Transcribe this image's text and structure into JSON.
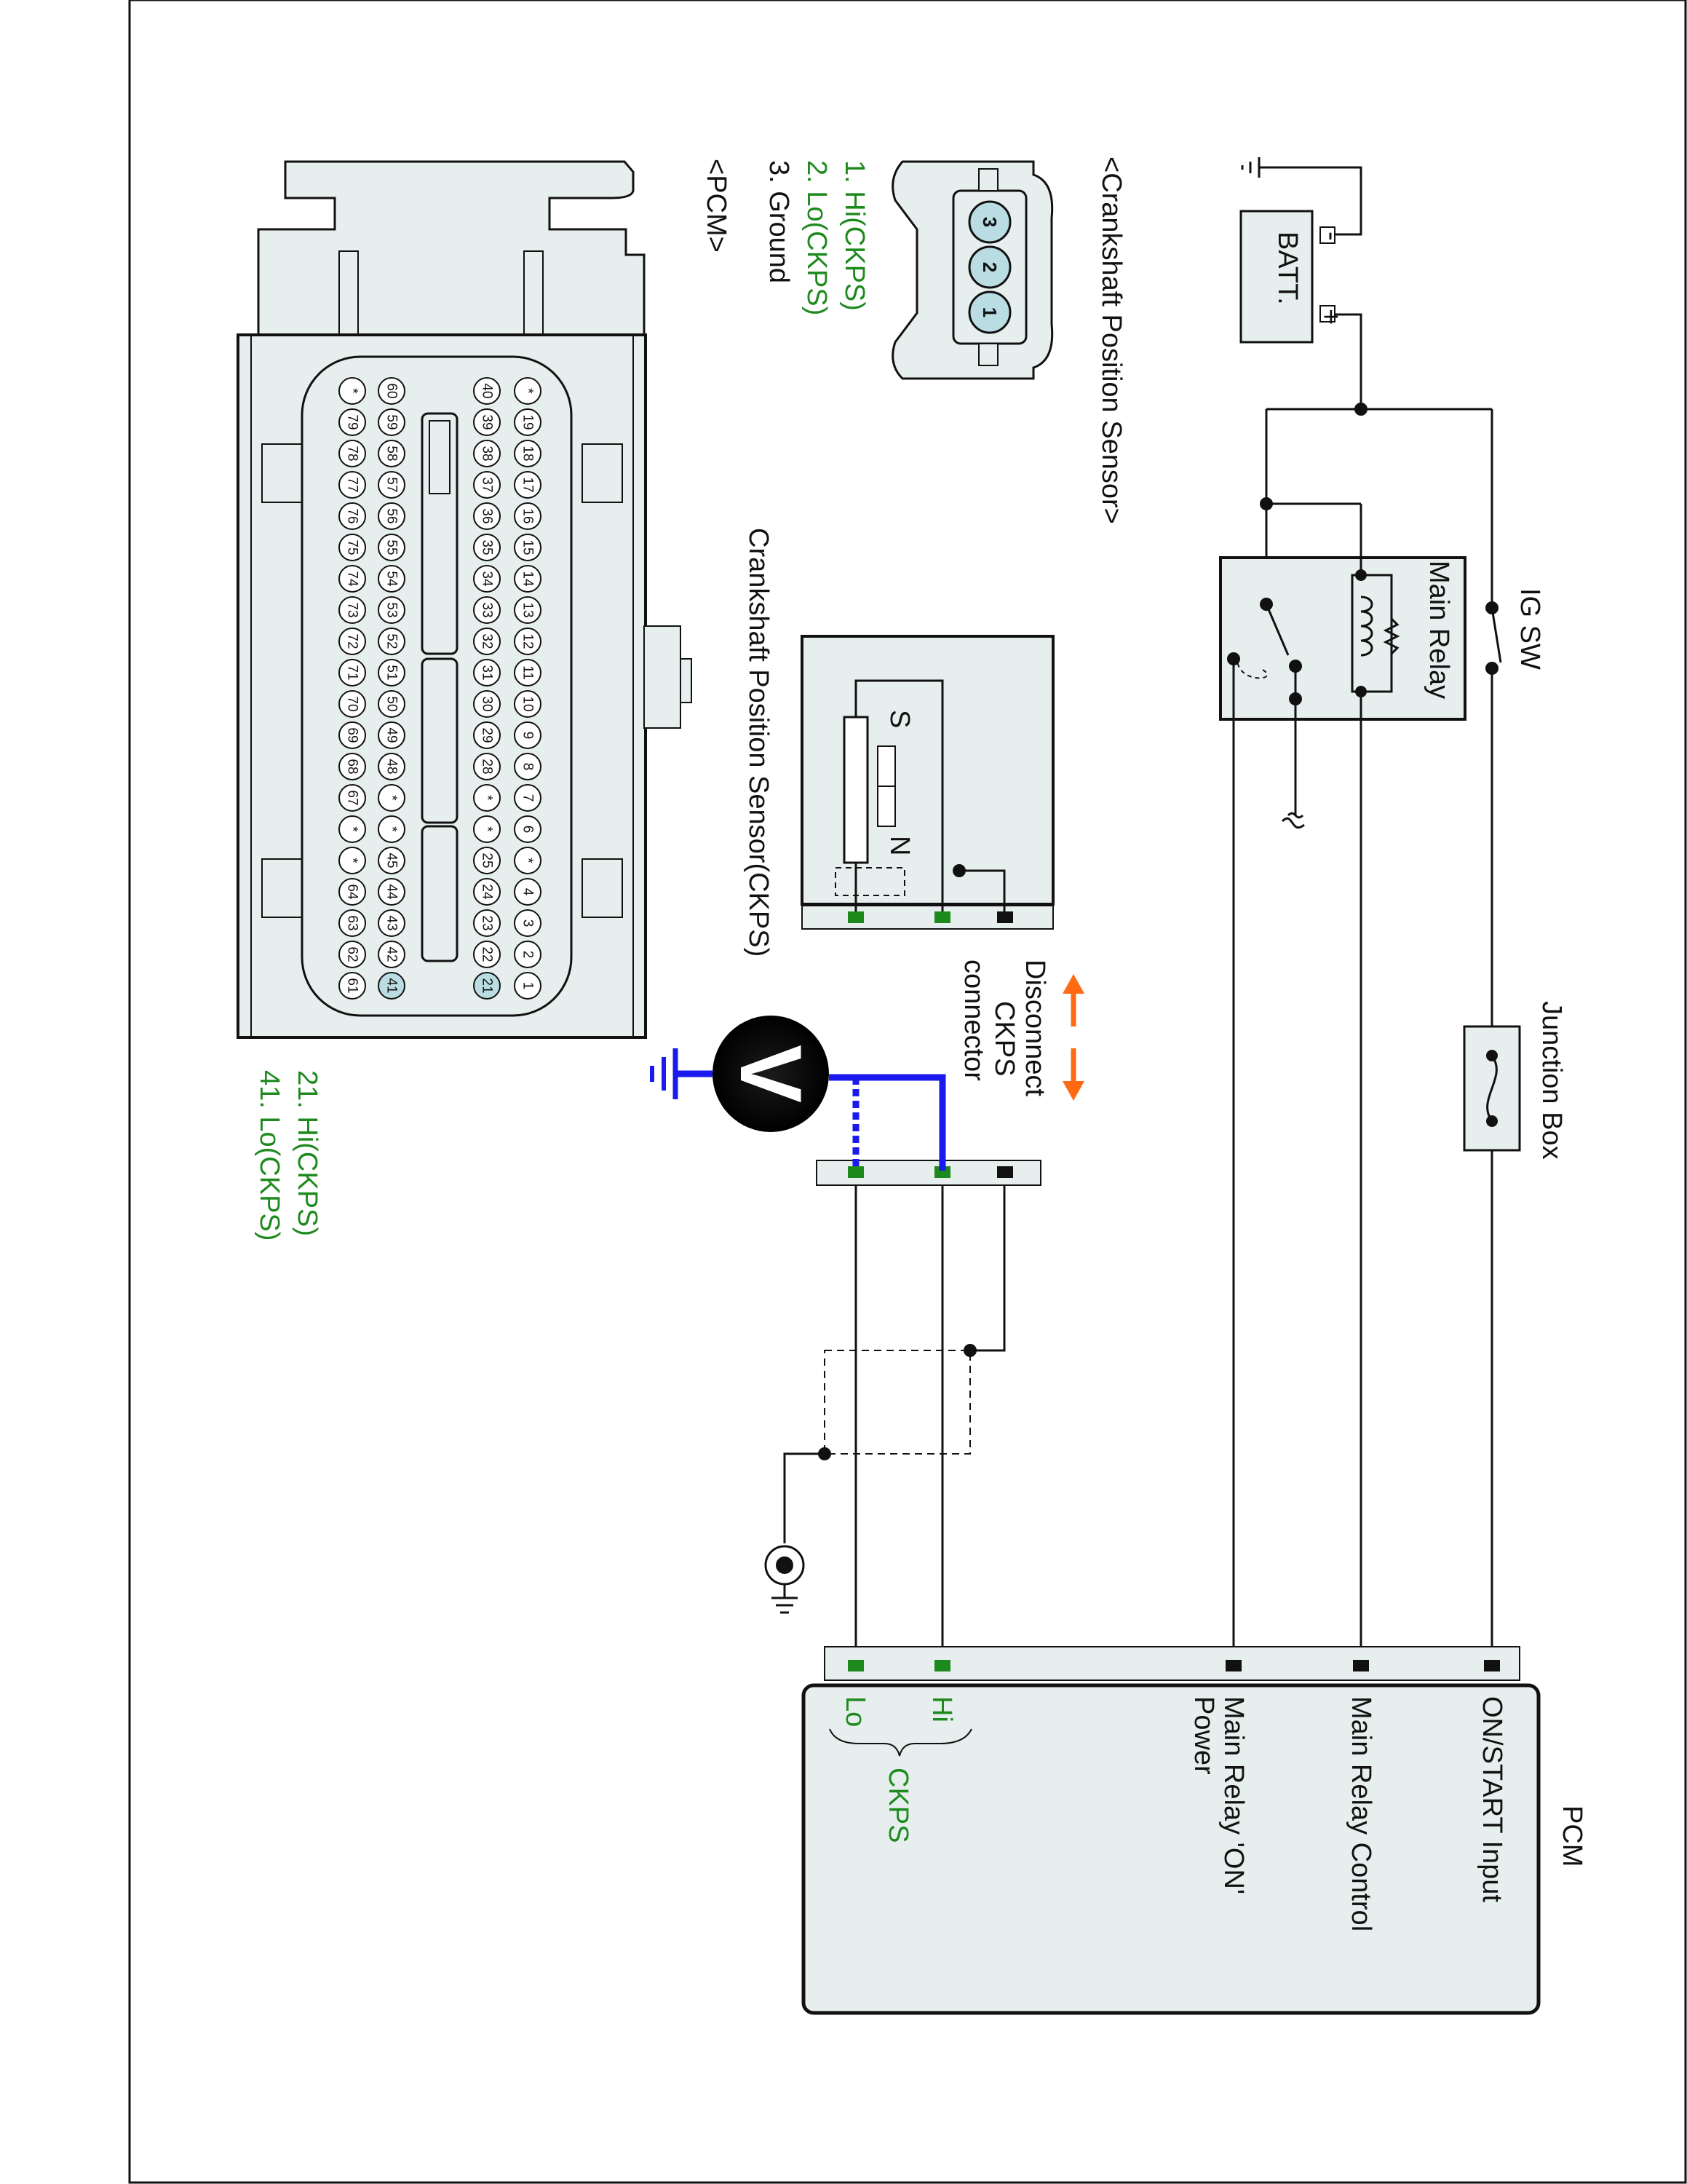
{
  "power": {
    "battery_label": "BATT.",
    "plus": "+",
    "minus": "-",
    "ig_switch_label": "IG SW",
    "main_relay_label": "Main Relay",
    "junction_box_label": "Junction Box"
  },
  "sensor_section": {
    "connector_title": "<Crankshaft Position Sensor>",
    "pins": [
      "3",
      "2",
      "1"
    ],
    "pin_legend": [
      {
        "text": "1. Hi(CKPS)",
        "color": "#1e8a1e"
      },
      {
        "text": "2. Lo(CKPS)",
        "color": "#1e8a1e"
      },
      {
        "text": "3. Ground",
        "color": "#111111"
      }
    ],
    "sensor_label": "Crankshaft Position Sensor(CKPS)",
    "pole_s": "S",
    "pole_n": "N"
  },
  "test": {
    "disconnect_label": [
      "Disconnect",
      "CKPS",
      "connector"
    ],
    "voltmeter_symbol": "V",
    "accent_color": "#1a1aee",
    "arrow_color": "#ff6a13"
  },
  "pcm_connector": {
    "title": "<PCM>",
    "row1": [
      "*",
      "19",
      "18",
      "17",
      "16",
      "15",
      "14",
      "13",
      "12",
      "11",
      "10",
      "9",
      "8",
      "7",
      "6",
      "*",
      "4",
      "3",
      "2",
      "1"
    ],
    "row2": [
      "40",
      "39",
      "38",
      "37",
      "36",
      "35",
      "34",
      "33",
      "32",
      "31",
      "30",
      "29",
      "28",
      "*",
      "*",
      "25",
      "24",
      "23",
      "22",
      "21"
    ],
    "row3": [
      "60",
      "59",
      "58",
      "57",
      "56",
      "55",
      "54",
      "53",
      "52",
      "51",
      "50",
      "49",
      "48",
      "*",
      "*",
      "45",
      "44",
      "43",
      "42",
      "41"
    ],
    "row4": [
      "*",
      "79",
      "78",
      "77",
      "76",
      "75",
      "74",
      "73",
      "72",
      "71",
      "70",
      "69",
      "68",
      "67",
      "*",
      "*",
      "64",
      "63",
      "62",
      "61"
    ],
    "highlighted": [
      "21",
      "41"
    ],
    "pin_legend": [
      "21. Hi(CKPS)",
      "41. Lo(CKPS)"
    ]
  },
  "pcm": {
    "title": "PCM",
    "terminals": [
      "ON/START Input",
      "Main Relay Control",
      "Main Relay 'ON'",
      "Power"
    ],
    "hi": "Hi",
    "lo": "Lo",
    "group": "CKPS"
  }
}
